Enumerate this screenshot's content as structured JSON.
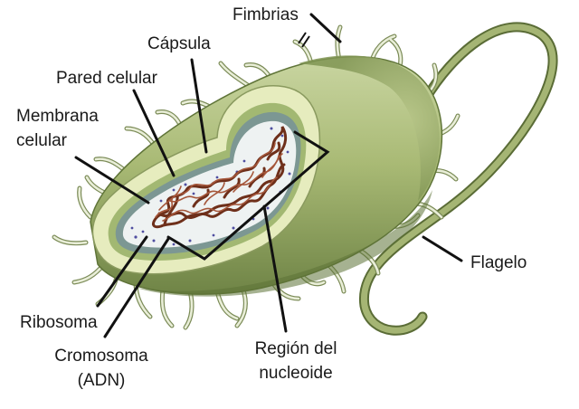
{
  "labels": {
    "fimbrias": "Fimbrias",
    "capsula": "Cápsula",
    "pared_celular": "Pared celular",
    "membrana_1": "Membrana",
    "membrana_2": "celular",
    "ribosoma": "Ribosoma",
    "cromosoma_1": "Cromosoma",
    "cromosoma_2": "(ADN)",
    "region_1": "Región del",
    "region_2": "nucleoide",
    "flagelo": "Flagelo"
  },
  "colors": {
    "body_light": "#c7d39f",
    "body_mid": "#9fb06d",
    "body_dark": "#6f8446",
    "capsule_cut": "#e6ecbe",
    "cell_wall": "#9fb66f",
    "membrane": "#7d9690",
    "cytoplasm": "#eef2f2",
    "dna": "#7a3a22",
    "appendage": "#b6c386"
  }
}
